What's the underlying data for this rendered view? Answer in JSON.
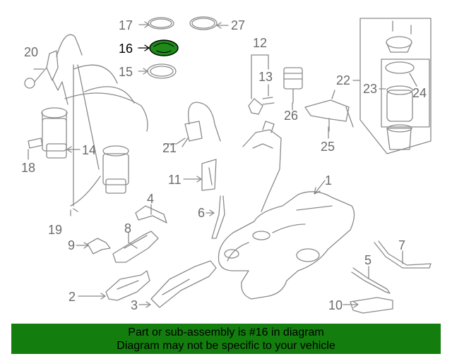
{
  "callouts": {
    "c1": "1",
    "c2": "2",
    "c3": "3",
    "c4": "4",
    "c5": "5",
    "c6": "6",
    "c7": "7",
    "c8": "8",
    "c9": "9",
    "c10": "10",
    "c11": "11",
    "c12": "12",
    "c13": "13",
    "c14": "14",
    "c15": "15",
    "c16": "16",
    "c17": "17",
    "c18": "18",
    "c19": "19",
    "c20": "20",
    "c21": "21",
    "c22": "22",
    "c23": "23",
    "c24": "24",
    "c25": "25",
    "c26": "26",
    "c27": "27"
  },
  "highlighted_part": "16",
  "banner": {
    "line1": "Part or sub-assembly is #16 in diagram",
    "line2": "Diagram may not be specific to your vehicle",
    "color": "#137e0e"
  },
  "colors": {
    "line": "#8a8a8a",
    "label": "#6b6b6b",
    "highlight_fill": "#1f8a1a"
  }
}
